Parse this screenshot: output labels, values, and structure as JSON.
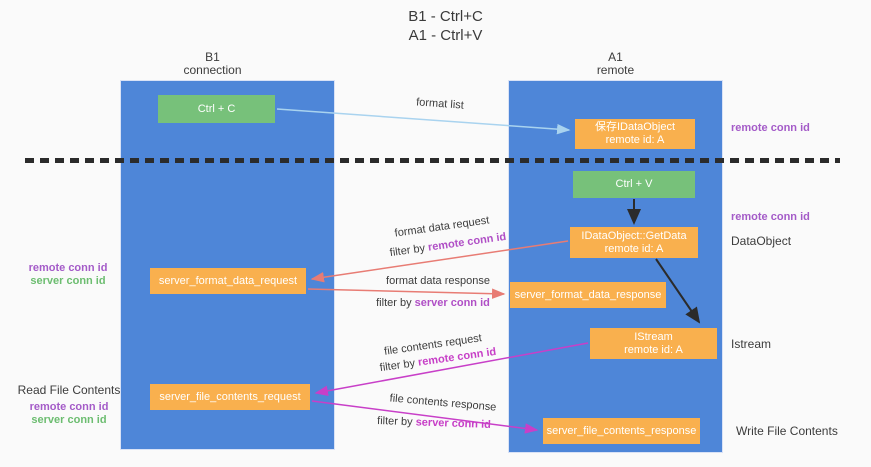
{
  "title": {
    "line1": "B1 - Ctrl+C",
    "line2": "A1 - Ctrl+V"
  },
  "columns": {
    "b1": {
      "name": "B1",
      "subtitle": "connection"
    },
    "a1": {
      "name": "A1",
      "subtitle": "remote"
    }
  },
  "nodes": {
    "ctrl_c": {
      "label": "Ctrl + C"
    },
    "ctrl_v": {
      "label": "Ctrl + V"
    },
    "save_idataobject": {
      "line1": "保存IDataObject",
      "line2": "remote id: A"
    },
    "getdata": {
      "line1": "IDataObject::GetData",
      "line2": "remote id: A"
    },
    "istream": {
      "line1": "IStream",
      "line2": "remote id: A"
    },
    "server_format_data_request": {
      "label": "server_format_data_request"
    },
    "server_format_data_response": {
      "label": "server_format_data_response"
    },
    "server_file_contents_request": {
      "label": "server_file_contents_request"
    },
    "server_file_contents_response": {
      "label": "server_file_contents_response"
    }
  },
  "right_labels": {
    "remote_conn_id_copy": "remote conn id",
    "remote_conn_id_paste": "remote conn id",
    "dataobject": "DataObject",
    "istream": "Istream",
    "write_file_contents": "Write File Contents"
  },
  "left_labels": {
    "remote_conn_id_format": "remote conn id",
    "server_conn_id_format": "server conn id",
    "read_file_contents": "Read File Contents",
    "remote_conn_id_file": "remote conn id",
    "server_conn_id_file": "server conn id"
  },
  "edge_labels": {
    "format_list": "format list",
    "format_data_request": "format data request",
    "format_data_response": "format data response",
    "file_contents_request": "file contents request",
    "file_contents_response": "file contents response",
    "filter_by": "filter by",
    "remote_conn_id": "remote conn id",
    "server_conn_id": "server conn id"
  },
  "colors": {
    "column_blue": "#4e86d8",
    "node_green": "#77c17a",
    "node_orange": "#f9b04e",
    "arrow_light_blue": "#a9d3ef",
    "arrow_salmon": "#e87c74",
    "arrow_magenta": "#c83fc8",
    "arrow_black": "#2b2b2b",
    "remote_conn_id_purple": "#a45bc8",
    "server_conn_id_green": "#6cbd70",
    "text_dark": "#3c3c3c",
    "background": "#fafafa"
  }
}
